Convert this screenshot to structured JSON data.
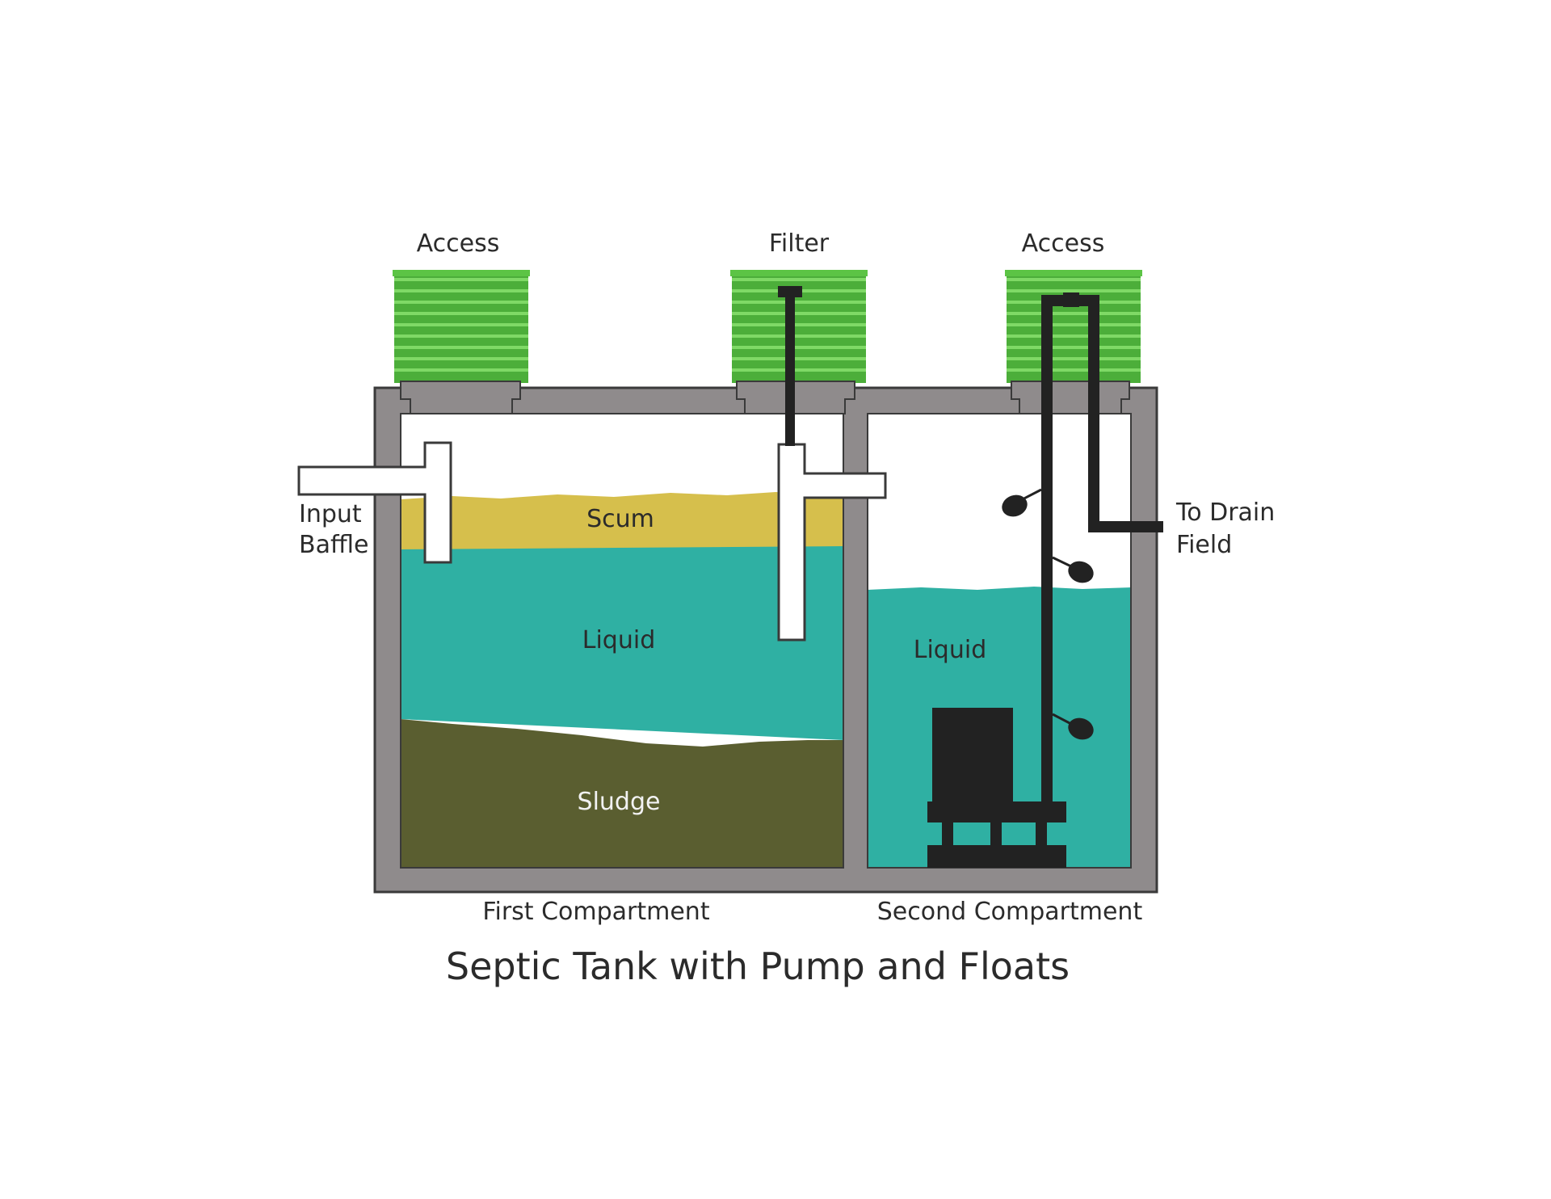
{
  "title": "Septic Tank with Pump and Floats",
  "labels": {
    "access_left": "Access",
    "filter": "Filter",
    "access_right": "Access",
    "input_baffle_line1": "Input",
    "input_baffle_line2": "Baffle",
    "to_drain_line1": "To Drain",
    "to_drain_line2": "Field",
    "scum": "Scum",
    "liquid_first": "Liquid",
    "sludge": "Sludge",
    "liquid_second": "Liquid",
    "first_compartment": "First Compartment",
    "second_compartment": "Second Compartment"
  },
  "colors": {
    "tank_wall": "#8f8b8c",
    "wall_outline": "#3a3a3a",
    "riser_green": "#4cae3a",
    "riser_light": "#6fcf55",
    "scum": "#d6bf4c",
    "liquid": "#2fb0a3",
    "sludge": "#5a5e30",
    "pump": "#222222",
    "pipe_white": "#ffffff"
  }
}
